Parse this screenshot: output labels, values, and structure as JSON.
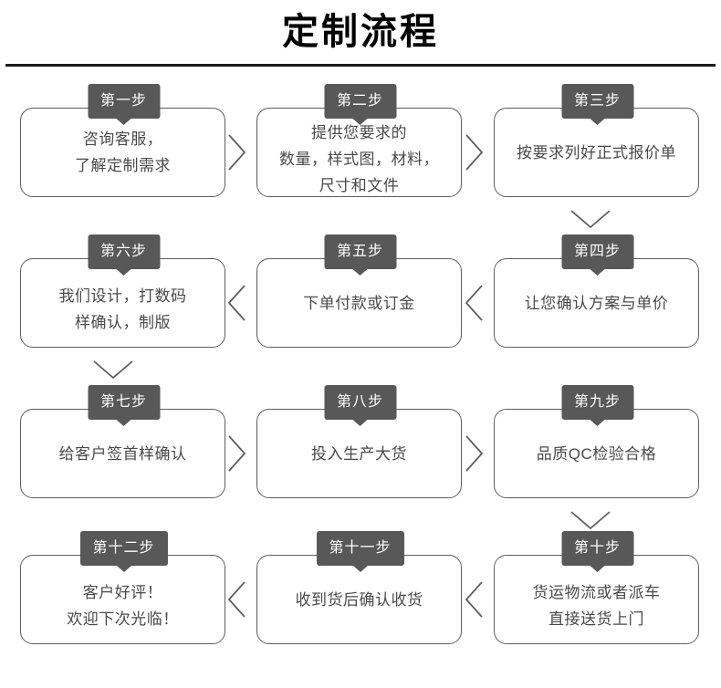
{
  "header": {
    "title": "定制流程"
  },
  "colors": {
    "tab_background": "#585858",
    "tab_text": "#ffffff",
    "box_border": "#5e5e5e",
    "body_text": "#4a4a4a",
    "title_text": "#000000",
    "rule": "#1a1a1a",
    "page_background": "#ffffff"
  },
  "flow": {
    "rows": [
      {
        "direction": "left-to-right",
        "arrow_icon": "chevron-right-icon",
        "steps": [
          {
            "tab": "第一步",
            "lines": [
              "咨询客服，",
              "了解定制需求"
            ]
          },
          {
            "tab": "第二步",
            "lines": [
              "提供您要求的",
              "数量，样式图，材料，",
              "尺寸和文件"
            ]
          },
          {
            "tab": "第三步",
            "lines": [
              "按要求列好正式报价单"
            ]
          }
        ],
        "row_end_arrow": "chevron-down-icon",
        "row_end_arrow_side": "right"
      },
      {
        "direction": "right-to-left",
        "arrow_icon": "chevron-left-icon",
        "steps": [
          {
            "tab": "第六步",
            "lines": [
              "我们设计，打数码",
              "样确认，制版"
            ]
          },
          {
            "tab": "第五步",
            "lines": [
              "下单付款或订金"
            ]
          },
          {
            "tab": "第四步",
            "lines": [
              "让您确认方案与单价"
            ]
          }
        ],
        "row_end_arrow": "chevron-down-icon",
        "row_end_arrow_side": "left"
      },
      {
        "direction": "left-to-right",
        "arrow_icon": "chevron-right-icon",
        "steps": [
          {
            "tab": "第七步",
            "lines": [
              "给客户签首样确认"
            ]
          },
          {
            "tab": "第八步",
            "lines": [
              "投入生产大货"
            ]
          },
          {
            "tab": "第九步",
            "lines": [
              "品质QC检验合格"
            ]
          }
        ],
        "row_end_arrow": "chevron-down-icon",
        "row_end_arrow_side": "right"
      },
      {
        "direction": "right-to-left",
        "arrow_icon": "chevron-left-icon",
        "steps": [
          {
            "tab": "第十二步",
            "lines": [
              "客户好评！",
              "欢迎下次光临！"
            ]
          },
          {
            "tab": "第十一步",
            "lines": [
              "收到货后确认收货"
            ]
          },
          {
            "tab": "第十步",
            "lines": [
              "货运物流或者派车",
              "直接送货上门"
            ]
          }
        ],
        "row_end_arrow": null,
        "row_end_arrow_side": null
      }
    ]
  }
}
